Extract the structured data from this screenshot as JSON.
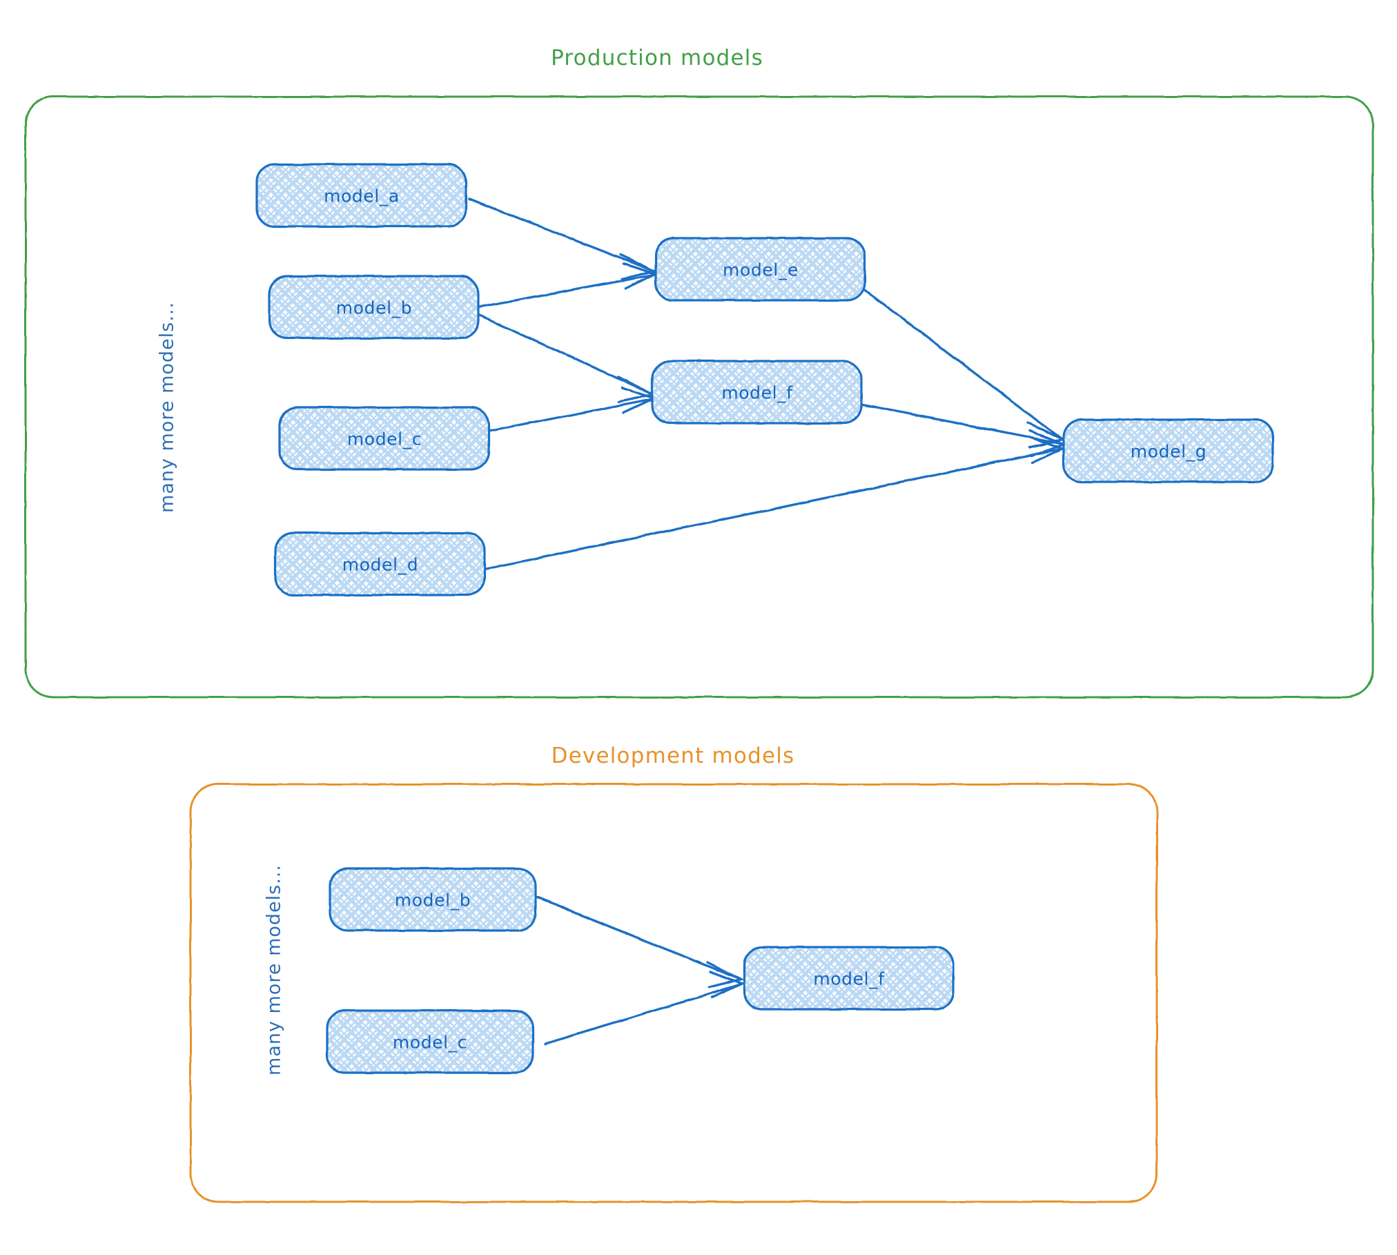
{
  "diagram": {
    "type": "dag-lineage-diagram",
    "background": "#ffffff",
    "colors": {
      "production_border": "#42a047",
      "development_border": "#e8922b",
      "node_stroke": "#1f6fc4",
      "node_fill": "#cfe3f7",
      "node_text": "#1565c0",
      "edge": "#1f6fc4",
      "side_label": "#2f6fb5"
    },
    "groups": [
      {
        "id": "production",
        "title": "Production models",
        "title_color": "#42a047",
        "side_label": "many more models...",
        "nodes": [
          {
            "id": "prod_a",
            "label": "model_a"
          },
          {
            "id": "prod_b",
            "label": "model_b"
          },
          {
            "id": "prod_c",
            "label": "model_c"
          },
          {
            "id": "prod_d",
            "label": "model_d"
          },
          {
            "id": "prod_e",
            "label": "model_e"
          },
          {
            "id": "prod_f",
            "label": "model_f"
          },
          {
            "id": "prod_g",
            "label": "model_g"
          }
        ],
        "edges": [
          {
            "from": "model_a",
            "to": "model_e"
          },
          {
            "from": "model_b",
            "to": "model_e"
          },
          {
            "from": "model_b",
            "to": "model_f"
          },
          {
            "from": "model_c",
            "to": "model_f"
          },
          {
            "from": "model_e",
            "to": "model_g"
          },
          {
            "from": "model_f",
            "to": "model_g"
          },
          {
            "from": "model_d",
            "to": "model_g"
          }
        ]
      },
      {
        "id": "development",
        "title": "Development models",
        "title_color": "#e8922b",
        "side_label": "many more models...",
        "nodes": [
          {
            "id": "dev_b",
            "label": "model_b"
          },
          {
            "id": "dev_c",
            "label": "model_c"
          },
          {
            "id": "dev_f",
            "label": "model_f"
          }
        ],
        "edges": [
          {
            "from": "model_b",
            "to": "model_f"
          },
          {
            "from": "model_c",
            "to": "model_f"
          }
        ]
      }
    ]
  }
}
